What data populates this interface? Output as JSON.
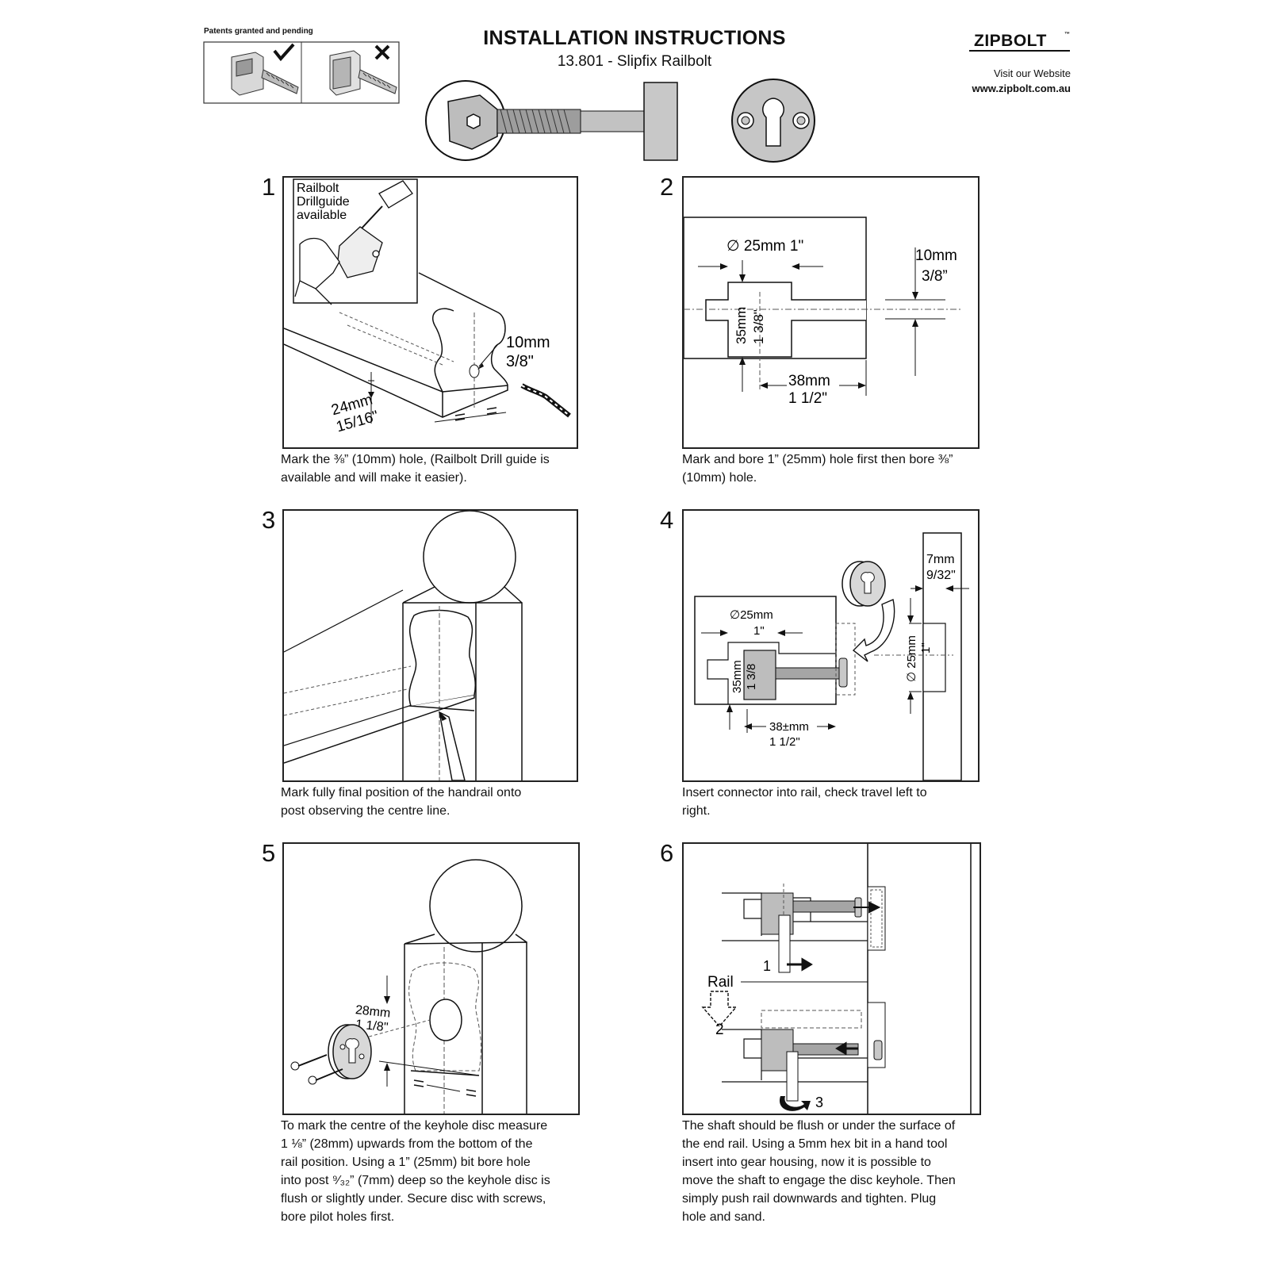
{
  "header": {
    "patent_label": "Patents granted and pending",
    "title": "INSTALLATION INSTRUCTIONS",
    "subtitle": "13.801 - Slipfix Railbolt",
    "logo": "ZIPBOLT",
    "logo_tm": "™",
    "visit_label": "Visit our Website",
    "website": "www.zipbolt.com.au"
  },
  "steps": [
    {
      "number": "1",
      "caption_line1": "Mark the ⅜” (10mm) hole,  (Railbolt Drill guide is",
      "caption_line2": "available and will make it easier).",
      "labels": {
        "guide1": "Railbolt",
        "guide2": "Drillguide",
        "guide3": "available",
        "dim_a1": "10mm",
        "dim_a2": "3/8\"",
        "dim_b1": "24mm",
        "dim_b2": "15/16\""
      }
    },
    {
      "number": "2",
      "caption_line1": "Mark and bore 1” (25mm) hole first then bore ⅜”",
      "caption_line2": "(10mm) hole.",
      "labels": {
        "dia": "∅ 25mm 1\"",
        "h1": "35mm",
        "h2": "1 3/8\"",
        "w1": "38mm",
        "w2": "1 1/2\"",
        "s1": "10mm",
        "s2": "3/8”"
      }
    },
    {
      "number": "3",
      "caption_line1": "Mark fully final position of the handrail onto",
      "caption_line2": "post observing the centre line."
    },
    {
      "number": "4",
      "caption_line1": "Insert connector into rail, check travel left to",
      "caption_line2": "right.",
      "labels": {
        "dia1": "∅25mm",
        "dia2": "1\"",
        "h1": "35mm",
        "h2": "1 3/8",
        "w1": "38±mm",
        "w2": "1 1/2\"",
        "d1": "7mm",
        "d2": "9/32\"",
        "v1": "∅ 25mm",
        "v2": "1\""
      }
    },
    {
      "number": "5",
      "caption_lines": [
        "To mark the centre of the keyhole disc measure",
        "1 ⅛” (28mm) upwards from the bottom of the",
        "rail position. Using a 1” (25mm) bit bore hole",
        "into post ⁹⁄₃₂” (7mm) deep so the keyhole disc is",
        "flush or slightly under. Secure disc with screws,",
        "bore pilot holes first."
      ],
      "labels": {
        "m1": "28mm",
        "m2": "1 1/8\""
      }
    },
    {
      "number": "6",
      "caption_lines": [
        "The shaft should be flush or under the surface of",
        "the end rail. Using a 5mm hex bit in a hand tool",
        "insert into gear housing, now it is possible to",
        "move the shaft to engage the disc keyhole. Then",
        "simply push rail downwards and tighten. Plug",
        "hole and sand."
      ],
      "labels": {
        "rail": "Rail",
        "n1": "1",
        "n2": "2",
        "n3": "3"
      }
    }
  ]
}
